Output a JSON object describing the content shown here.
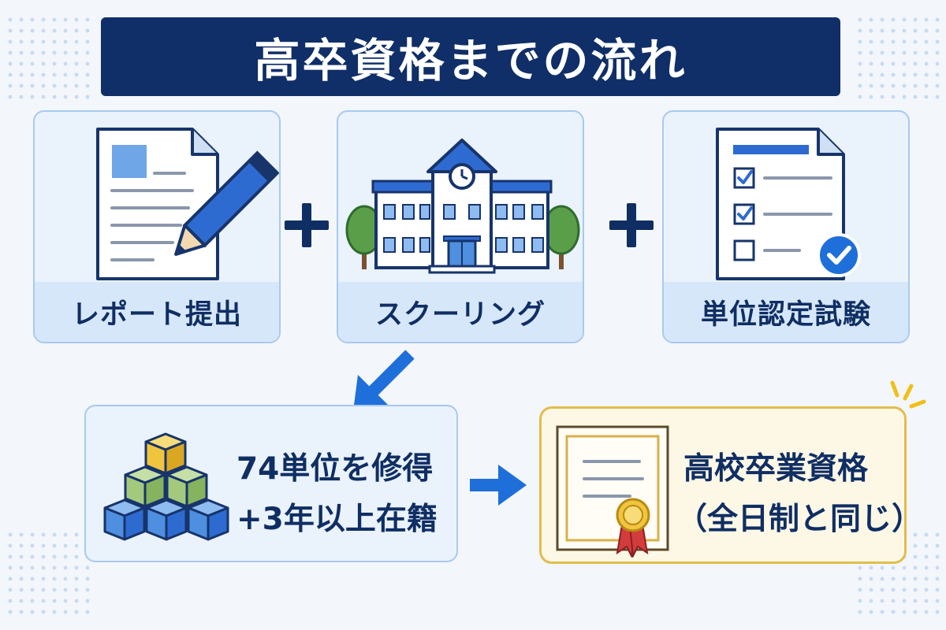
{
  "title": "高卒資格までの流れ",
  "steps": [
    {
      "label": "レポート提出",
      "icon": "report-pencil-icon"
    },
    {
      "label": "スクーリング",
      "icon": "school-building-icon"
    },
    {
      "label": "単位認定試験",
      "icon": "checklist-exam-icon"
    }
  ],
  "requirement": {
    "line1": "74単位を修得",
    "line2": "+3年以上在籍",
    "icon": "stacked-cubes-icon"
  },
  "result": {
    "line1": "高校卒業資格",
    "line2": "（全日制と同じ）",
    "icon": "certificate-ribbon-icon"
  },
  "colors": {
    "navy": "#102e67",
    "accent_blue": "#1e6fd9",
    "card_bg": "#eaf2fc",
    "gold": "#e2bd4c"
  }
}
